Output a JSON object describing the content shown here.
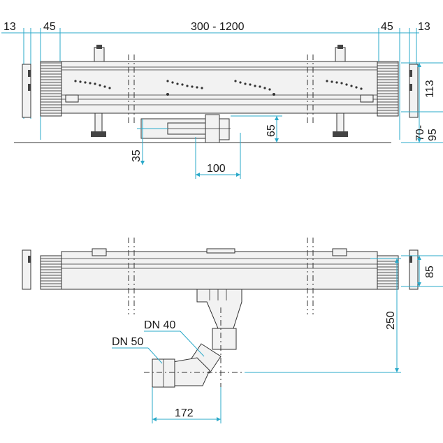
{
  "dimensions": {
    "top_left_end": "13",
    "top_left_gap": "45",
    "length_range": "300 - 1200",
    "top_right_gap": "45",
    "top_right_end": "13",
    "height_body": "113",
    "feet_range_top": "70-",
    "feet_range_bottom": "95",
    "outlet_height": "65",
    "outlet_offset": "35",
    "outlet_width": "100",
    "side_height": "85",
    "drop_height": "250",
    "dn40": "DN 40",
    "dn50": "DN 50",
    "horizontal_offset": "172"
  },
  "colors": {
    "dimension_line": "#2aa9c9",
    "outline": "#333333"
  }
}
